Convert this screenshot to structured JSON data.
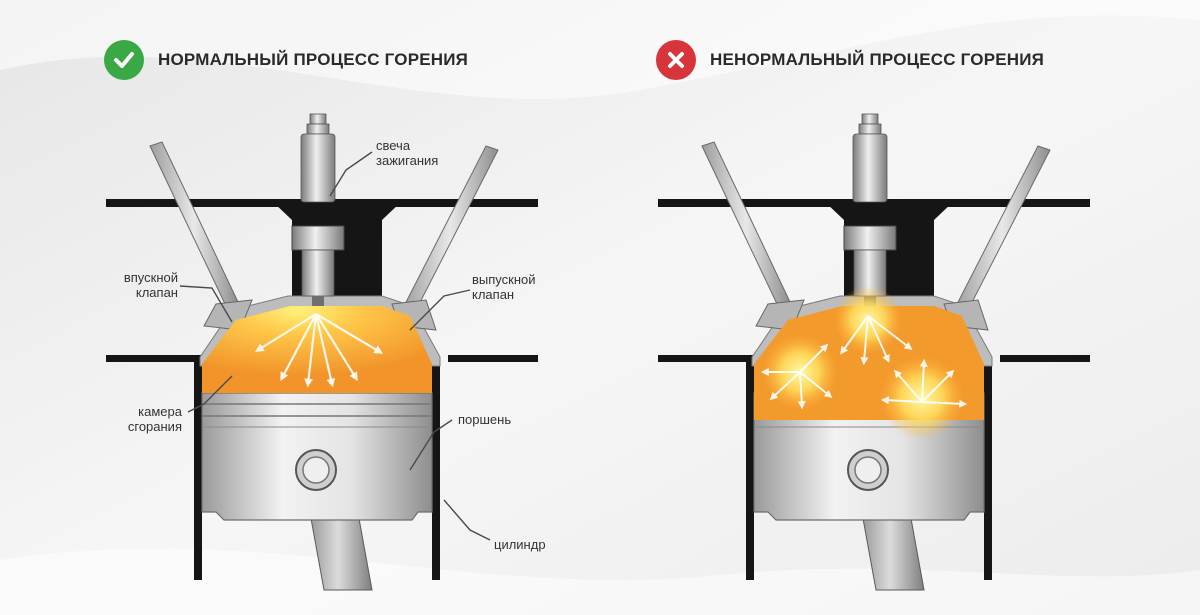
{
  "colors": {
    "ok": "#3aa845",
    "error": "#d8343c",
    "flame": "#f39a2c",
    "flame_light": "#ffdd4a",
    "steel": "#c9c9c9",
    "wall": "#151515"
  },
  "panels": [
    {
      "title": "НОРМАЛЬНЫЙ ПРОЦЕСС ГОРЕНИЯ",
      "status_icon": "check-icon"
    },
    {
      "title": "НЕНОРМАЛЬНЫЙ ПРОЦЕСС ГОРЕНИЯ",
      "status_icon": "cross-icon"
    }
  ],
  "labels": {
    "spark_plug": "свеча\nзажигания",
    "intake_valve": "впускной\nклапан",
    "exhaust_valve": "выпускной\nклапан",
    "combustion_chamber": "камера\nсгорания",
    "piston": "поршень",
    "cylinder": "цилиндр"
  }
}
